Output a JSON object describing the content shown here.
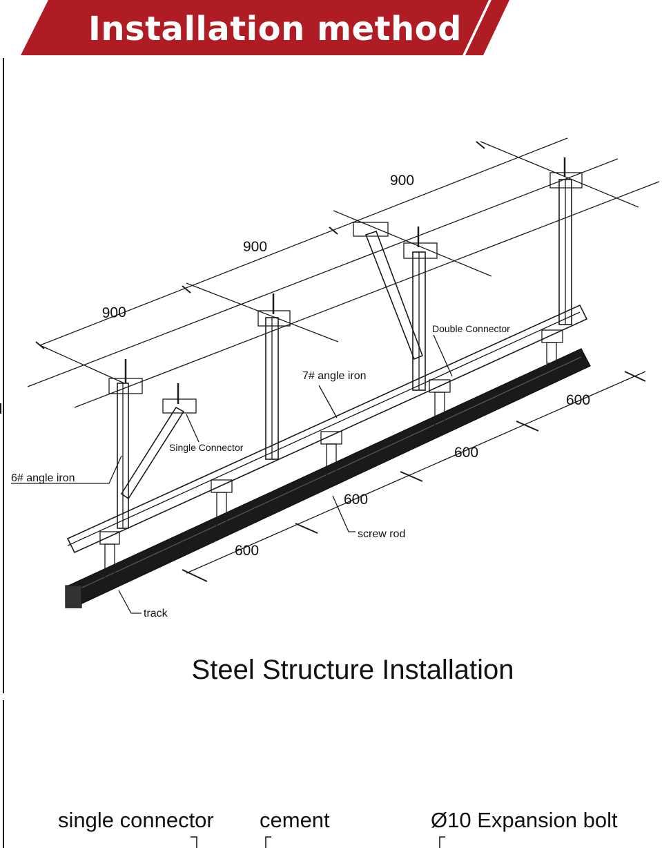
{
  "header": {
    "title": "Installation method",
    "color": "#b01c24"
  },
  "diagram": {
    "dimensions_upper": [
      "900",
      "900",
      "900"
    ],
    "dimensions_lower": [
      "600",
      "600",
      "600",
      "600"
    ],
    "labels": {
      "double_connector": "Double Connector",
      "angle_iron_7": "7# angle iron",
      "single_connector": "Single Connector",
      "angle_iron_6": "6# angle iron",
      "screw_rod": "screw rod",
      "track": "track"
    },
    "caption": "Steel Structure Installation"
  },
  "legend": {
    "single_connector": "single connector",
    "cement": "cement",
    "expansion_bolt": "Ø10 Expansion bolt"
  }
}
